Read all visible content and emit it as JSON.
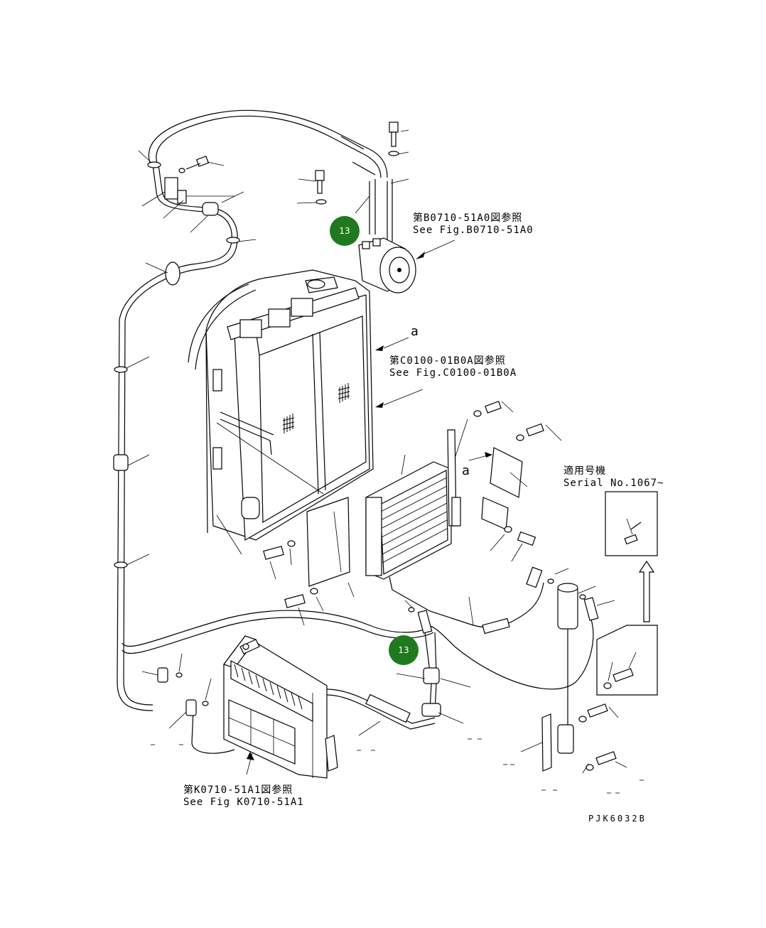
{
  "callouts": [
    {
      "number": "13"
    },
    {
      "number": "13"
    }
  ],
  "references": {
    "compressor_jp": "第B0710-51A0図参照",
    "compressor_en": "See Fig.B0710-51A0",
    "radiator_jp": "第C0100-01B0A図参照",
    "radiator_en": "See Fig.C0100-01B0A",
    "heater_jp": "第K0710-51A1図参照",
    "heater_en": "See Fig K0710-51A1"
  },
  "markers": {
    "a_top": "a",
    "a_bracket": "a"
  },
  "serial": {
    "jp": "適用号機",
    "en": "Serial No.1067~"
  },
  "drawing_code": "PJK6032B"
}
